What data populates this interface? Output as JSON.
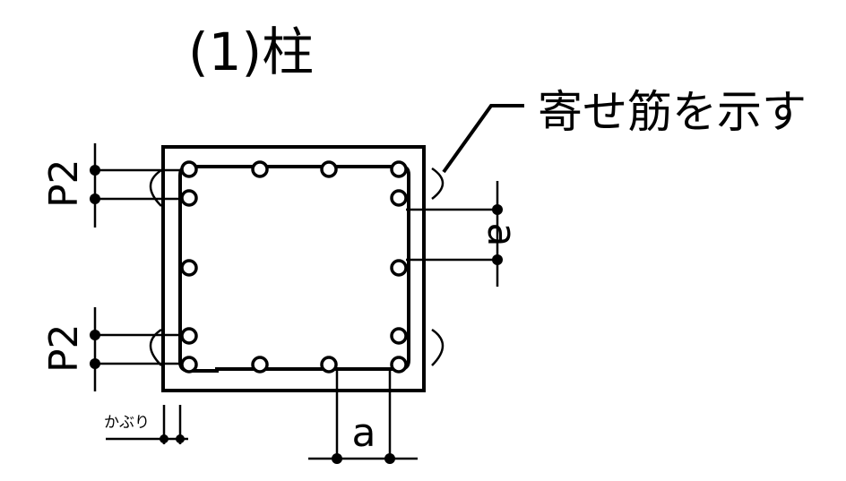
{
  "title": "(1)柱",
  "callout_label": "寄せ筋を示す",
  "dimensions": {
    "p2_top": "P2",
    "p2_bottom": "P2",
    "a_right": "a",
    "a_bottom": "a",
    "cover": "かぶり"
  }
}
